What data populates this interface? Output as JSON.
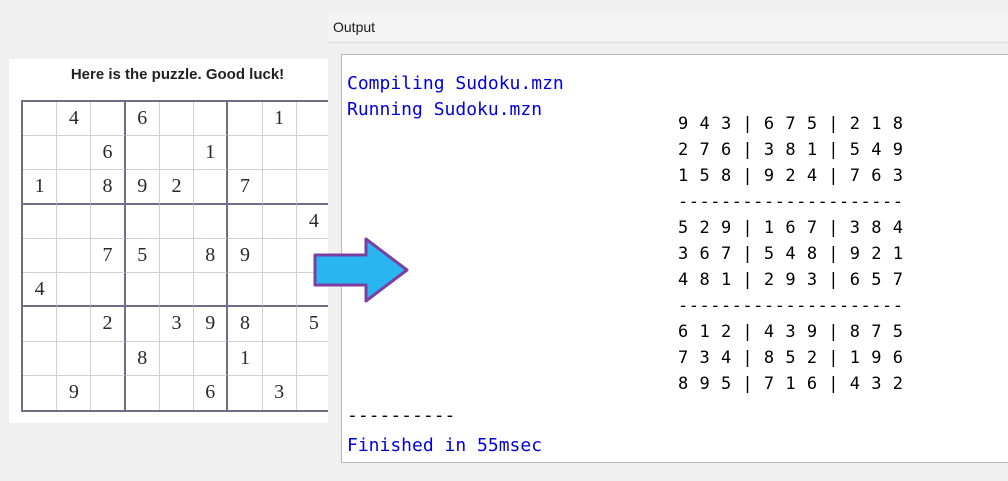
{
  "puzzle": {
    "title": "Here is the puzzle. Good luck!",
    "cells": [
      [
        "",
        "4",
        "",
        "6",
        "",
        "",
        "",
        "1",
        ""
      ],
      [
        "",
        "",
        "6",
        "",
        "",
        "1",
        "",
        "",
        ""
      ],
      [
        "1",
        "",
        "8",
        "9",
        "2",
        "",
        "7",
        "",
        ""
      ],
      [
        "",
        "",
        "",
        "",
        "",
        "",
        "",
        "",
        "4"
      ],
      [
        "",
        "",
        "7",
        "5",
        "",
        "8",
        "9",
        "",
        ""
      ],
      [
        "4",
        "",
        "",
        "",
        "",
        "",
        "",
        "",
        ""
      ],
      [
        "",
        "",
        "2",
        "",
        "3",
        "9",
        "8",
        "",
        "5"
      ],
      [
        "",
        "",
        "",
        "8",
        "",
        "",
        "1",
        "",
        ""
      ],
      [
        "",
        "9",
        "",
        "",
        "",
        "6",
        "",
        "3",
        ""
      ]
    ]
  },
  "arrow": {
    "icon": "right-arrow-icon",
    "fill": "#29b6f0",
    "stroke": "#7a3fa0"
  },
  "output": {
    "title": "Output",
    "compiling": "Compiling Sudoku.mzn",
    "running": "Running Sudoku.mzn",
    "solution_lines": [
      "9 4 3 | 6 7 5 | 2 1 8",
      "2 7 6 | 3 8 1 | 5 4 9",
      "1 5 8 | 9 2 4 | 7 6 3",
      "---------------------",
      "5 2 9 | 1 6 7 | 3 8 4",
      "3 6 7 | 5 4 8 | 9 2 1",
      "4 8 1 | 2 9 3 | 6 5 7",
      "---------------------",
      "6 1 2 | 4 3 9 | 8 7 5",
      "7 3 4 | 8 5 2 | 1 9 6",
      "8 9 5 | 7 1 6 | 4 3 2"
    ],
    "separator": "----------",
    "finished": "Finished in 55msec"
  },
  "colors": {
    "console_blue": "#0000dd",
    "grid_border": "#6e6e86"
  }
}
